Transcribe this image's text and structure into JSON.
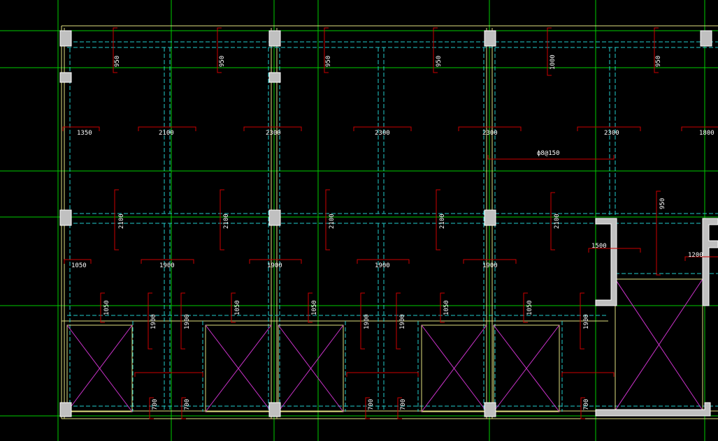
{
  "colors": {
    "background": "#000000",
    "axis": "#00cc00",
    "beam_edge": "#e0e080",
    "hidden_beam": "#22cccc",
    "rebar": "#cc0000",
    "column": "#c0c0c0",
    "shaft_cross": "#cc33cc",
    "text": "#ffffff"
  },
  "annotations": {
    "rebar_spec": "ф8@150",
    "top_spans": [
      "950",
      "950",
      "950",
      "950",
      "1000",
      "950"
    ],
    "row1_spans": [
      "1350",
      "2100",
      "2300",
      "2300",
      "2300",
      "2300",
      "1800"
    ],
    "row2_spans": [
      "2100",
      "2100",
      "2100",
      "2100",
      "2100"
    ],
    "row3_spans": [
      "1050",
      "1900",
      "1900",
      "1900",
      "1900"
    ],
    "row4_spans": [
      "1050",
      "1900",
      "1900",
      "1050",
      "1050",
      "1050",
      "1050",
      "1900",
      "1900",
      "1900"
    ],
    "bottom_spans": [
      "700",
      "700",
      "700",
      "700",
      "700"
    ],
    "right_vertical": "950",
    "right_span_1": "1500",
    "right_span_2": "1200"
  }
}
